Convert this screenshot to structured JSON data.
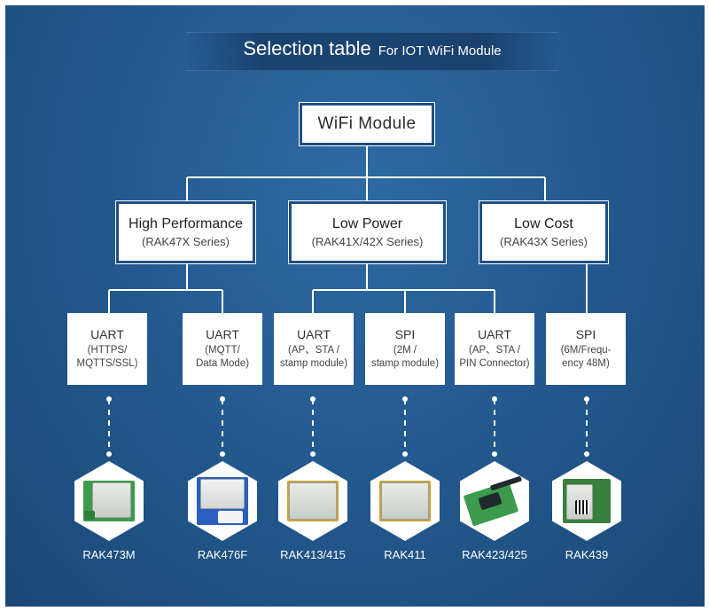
{
  "header": {
    "title": "Selection table",
    "subtitle": "For IOT WiFi Module"
  },
  "root": {
    "label": "WiFi Module"
  },
  "categories": [
    {
      "name": "High Performance",
      "series": "(RAK47X Series)"
    },
    {
      "name": "Low Power",
      "series": "(RAK41X/42X Series)"
    },
    {
      "name": "Low Cost",
      "series": "(RAK43X Series)"
    }
  ],
  "interfaces": [
    {
      "type": "UART",
      "detail": "(HTTPS/\nMQTTS/SSL)"
    },
    {
      "type": "UART",
      "detail": "(MQTT/\nData Mode)"
    },
    {
      "type": "UART",
      "detail": "(AP、STA /\nstamp module)"
    },
    {
      "type": "SPI",
      "detail": "(2M /\nstamp module)"
    },
    {
      "type": "UART",
      "detail": "(AP、STA /\nPIN Connector)"
    },
    {
      "type": "SPI",
      "detail": "(6M/Frequ-\nency 48M)"
    }
  ],
  "products": [
    "RAK473M",
    "RAK476F",
    "RAK413/415",
    "RAK411",
    "RAK423/425",
    "RAK439"
  ],
  "colors": {
    "background": "#245a90",
    "box_border": "#1d4f84",
    "connector": "#ffffff"
  }
}
